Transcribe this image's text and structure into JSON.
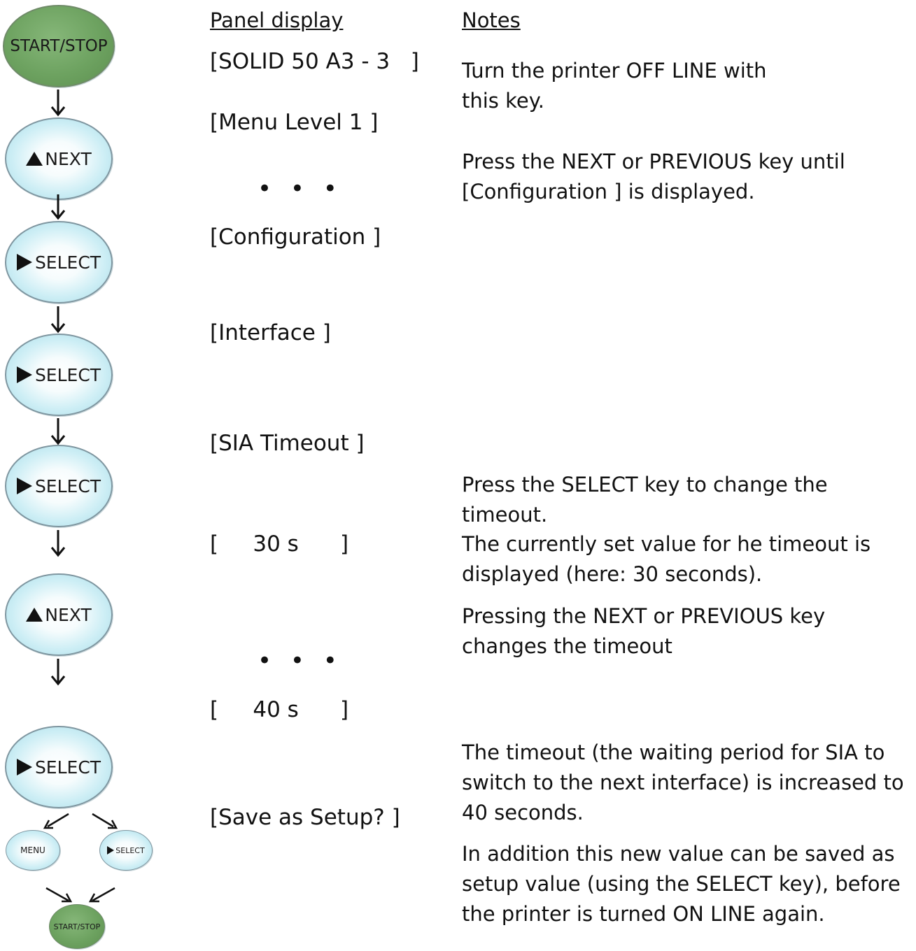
{
  "headers": {
    "panel_display": "Panel display",
    "notes": "Notes"
  },
  "keys": {
    "start_stop": "START/STOP",
    "next": "NEXT",
    "select": "SELECT",
    "menu": "MENU"
  },
  "icons": {
    "next_triangle": "up-triangle-icon",
    "select_triangle": "right-triangle-icon",
    "flow_arrow": "down-arrow-icon"
  },
  "panel_display": {
    "d1": "[SOLID 50 A3 - 3   ]",
    "d2": "[Menu Level 1 ]",
    "ellipsis1": "• • •",
    "d3": "[Configuration ]",
    "d4": "[Interface ]",
    "d5": "[SIA Timeout ]",
    "d6": "[     30 s      ]",
    "ellipsis2": "• • •",
    "d7": "[     40 s      ]",
    "d8": "[Save as Setup? ]"
  },
  "notes": {
    "n1": "Turn the printer OFF LINE with this key.",
    "n2": "Press the NEXT or PREVIOUS key until [Configuration ] is displayed.",
    "n3": "Press the SELECT key to change the timeout.",
    "n4": "The currently set value for he timeout is displayed (here: 30 seconds).",
    "n5": "Pressing the NEXT or PREVIOUS key changes the timeout",
    "n6": "The timeout (the waiting period for SIA to switch to the next interface) is increased to 40 seconds.",
    "n7": "In addition this new value can be saved as setup value (using the SELECT key), before the printer is turned ON LINE  again."
  },
  "colors": {
    "key_blue": "#bfe7f0",
    "key_green": "#6da260",
    "text": "#111111"
  }
}
